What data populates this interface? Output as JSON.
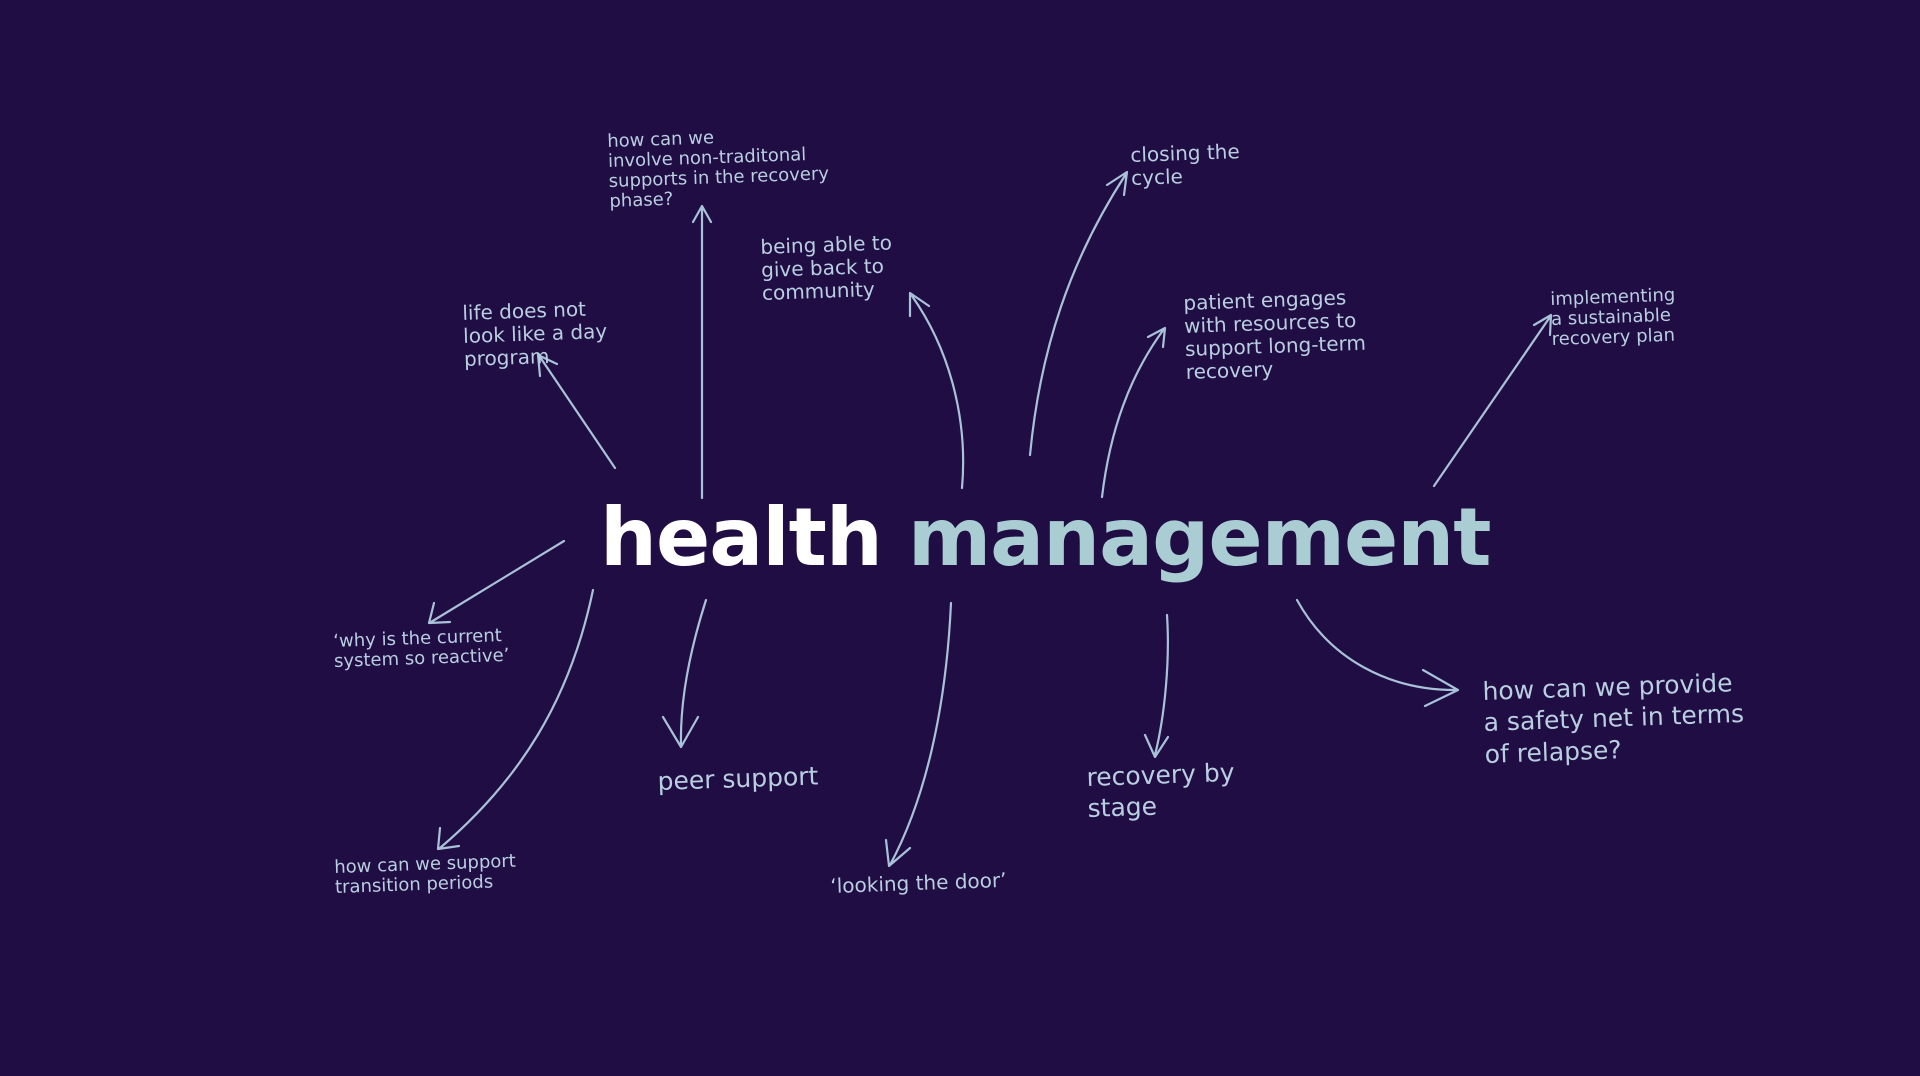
{
  "title": {
    "word1": "health",
    "word2": "management"
  },
  "notes": {
    "non_traditional": "how can we\ninvolve non-traditonal\nsupports in the recovery\nphase?",
    "giving_back": "being able to\ngive back to\ncommunity",
    "closing_cycle": "closing the\ncycle",
    "day_program": "life does not\nlook like a day\nprogram",
    "patient_engages": "patient engages\nwith resources to\nsupport long-term\nrecovery",
    "sustainable_plan": "implementing\na sustainable\nrecovery plan",
    "reactive": "‘why is the current\nsystem so reactive’",
    "transition": "how can we support\ntransition periods",
    "peer_support": "peer support",
    "looking_door": "‘looking the door’",
    "by_stage": "recovery by\nstage",
    "safety_net": "how can we provide\na safety net in terms\nof relapse?"
  },
  "colors": {
    "background": "#1f0d44",
    "title_word1": "#ffffff",
    "title_word2": "#a9cdd2",
    "handwriting": "#b9cfe0",
    "arrows": "#a9c2d8"
  }
}
